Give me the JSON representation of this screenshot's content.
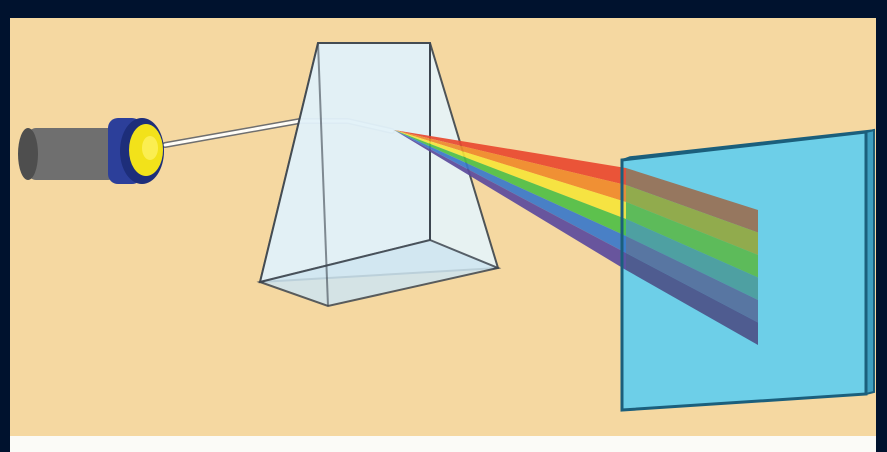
{
  "colors": {
    "frame": "#00122e",
    "paper": "#f7ddaa",
    "paper_shade": "#f1cf91",
    "bottom_strip": "#fbfbf7",
    "prism_fill": "#e6f5fb",
    "prism_edge": "#3d4650",
    "screen_fill": "#6dcfe8",
    "screen_edge": "#1b5f7c",
    "flashlight_body": "#6f6f6f",
    "flashlight_ring": "#2c3f9a",
    "flashlight_lens": "#f2e21a"
  },
  "spectrum_bands": [
    {
      "name": "red",
      "color": "#e8492f"
    },
    {
      "name": "orange",
      "color": "#ef8a2a"
    },
    {
      "name": "yellow",
      "color": "#f5e43a"
    },
    {
      "name": "green",
      "color": "#4fbf45"
    },
    {
      "name": "blue",
      "color": "#3a78c9"
    },
    {
      "name": "violet",
      "color": "#5b4a9c"
    }
  ],
  "projected_bands": [
    {
      "name": "brown",
      "color": "#9a6d50"
    },
    {
      "name": "olive",
      "color": "#95a63c"
    },
    {
      "name": "green",
      "color": "#5bb84a"
    },
    {
      "name": "teal",
      "color": "#4a9a9a"
    },
    {
      "name": "slate",
      "color": "#556c9a"
    },
    {
      "name": "indigo",
      "color": "#4b4f86"
    }
  ]
}
